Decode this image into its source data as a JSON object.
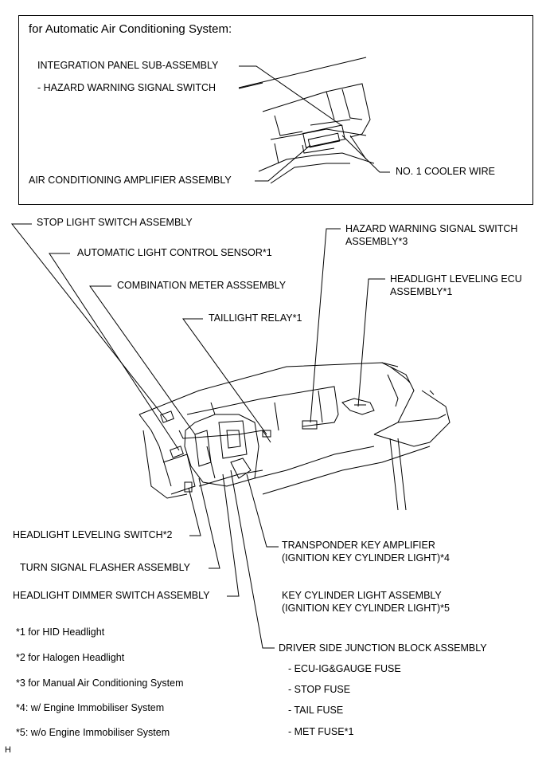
{
  "inset": {
    "title": "for Automatic Air Conditioning System:",
    "integration_panel": "INTEGRATION PANEL SUB-ASSEMBLY",
    "hazard_switch": "- HAZARD WARNING SIGNAL SWITCH",
    "ac_amplifier": "AIR CONDITIONING AMPLIFIER ASSEMBLY",
    "cooler_wire": "NO. 1 COOLER WIRE"
  },
  "labels": {
    "stop_light_switch": "STOP LIGHT SWITCH ASSEMBLY",
    "auto_light_sensor": "AUTOMATIC LIGHT CONTROL SENSOR*1",
    "combination_meter": "COMBINATION METER ASSSEMBLY",
    "taillight_relay": "TAILLIGHT RELAY*1",
    "hazard_assembly_1": "HAZARD WARNING SIGNAL SWITCH",
    "hazard_assembly_2": "ASSEMBLY*3",
    "leveling_ecu_1": "HEADLIGHT LEVELING ECU",
    "leveling_ecu_2": "ASSEMBLY*1",
    "leveling_switch": "HEADLIGHT LEVELING SWITCH*2",
    "turn_flasher": "TURN SIGNAL FLASHER ASSEMBLY",
    "dimmer_switch": "HEADLIGHT DIMMER SWITCH ASSEMBLY",
    "transponder_1": "TRANSPONDER KEY AMPLIFIER",
    "transponder_2": "(IGNITION KEY CYLINDER LIGHT)*4",
    "key_cylinder_1": "KEY CYLINDER LIGHT ASSEMBLY",
    "key_cylinder_2": "(IGNITION KEY CYLINDER LIGHT)*5",
    "junction_block": "DRIVER SIDE JUNCTION BLOCK ASSEMBLY",
    "fuse_1": "- ECU-IG&GAUGE FUSE",
    "fuse_2": "- STOP FUSE",
    "fuse_3": "- TAIL FUSE",
    "fuse_4": "- MET FUSE*1"
  },
  "notes": {
    "n1": "*1 for HID Headlight",
    "n2": "*2 for Halogen Headlight",
    "n3": "*3 for Manual Air Conditioning System",
    "n4": "*4: w/ Engine Immobiliser System",
    "n5": "*5: w/o Engine Immobiliser System"
  },
  "figure_code": "H"
}
